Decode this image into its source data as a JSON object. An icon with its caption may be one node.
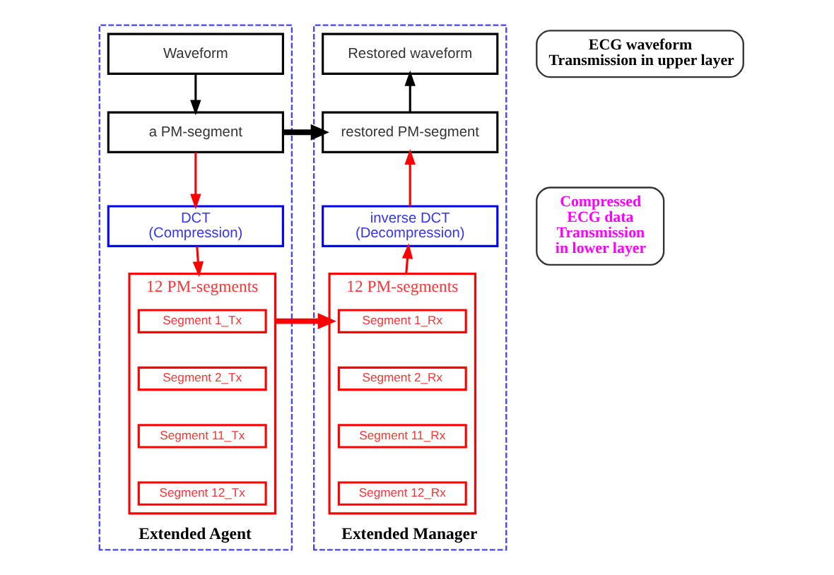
{
  "diagram": {
    "nodes": [
      {
        "text": [
          "Extended Agent"
        ]
      },
      {
        "text": [
          "Waveform"
        ],
        "in": 0
      },
      {
        "text": [
          "a PM-segment"
        ],
        "in": 0
      },
      {
        "text": [
          "DCT (Compression)"
        ],
        "in": 0
      },
      {
        "text": [
          "12 PM-segments"
        ],
        "in": 0
      },
      {
        "text": [
          "Segment 1_Tx"
        ],
        "in": 4
      },
      {
        "text": [
          "Segment 2_Tx"
        ],
        "in": 4
      },
      {
        "text": [
          "Segment 11_Tx"
        ],
        "in": 4
      },
      {
        "text": [
          "Segment 12_Tx"
        ],
        "in": 4
      },
      {
        "text": [
          "Extended Manager"
        ]
      },
      {
        "text": [
          "Restored waveform"
        ],
        "in": 9
      },
      {
        "text": [
          "restored PM-segment"
        ],
        "in": 9
      },
      {
        "text": [
          "inverse DCT (Decompression)"
        ],
        "in": 9
      },
      {
        "text": [
          "12 PM-segments"
        ],
        "in": 9
      },
      {
        "text": [
          "Segment 1_Rx"
        ],
        "in": 13
      },
      {
        "text": [
          "Segment 2_Rx"
        ],
        "in": 13
      },
      {
        "text": [
          "Segment 11_Rx"
        ],
        "in": 13
      },
      {
        "text": [
          "Segment 12_Rx"
        ],
        "in": 13
      },
      {
        "text": [
          "ECG waveform Transmission in upper layer"
        ]
      },
      {
        "text": [
          "Compressed ECG data Transmission in lower layer"
        ]
      }
    ],
    "edges": [
      {
        "from": 1,
        "to": 2,
        "arrow": "to",
        "color": "#000000"
      },
      {
        "from": 2,
        "to": 11,
        "arrow": "to",
        "style": "thick",
        "color": "#000000"
      },
      {
        "from": 2,
        "to": 3,
        "arrow": "to"
      },
      {
        "from": 3,
        "to": 4,
        "arrow": "to"
      },
      {
        "from": 4,
        "to": 13,
        "arrow": "to",
        "style": "thick"
      },
      {
        "from": 13,
        "to": 12,
        "arrow": "to"
      },
      {
        "from": 12,
        "to": 11,
        "arrow": "to"
      },
      {
        "from": 11,
        "to": 10,
        "arrow": "to",
        "color": "#000000"
      }
    ]
  }
}
